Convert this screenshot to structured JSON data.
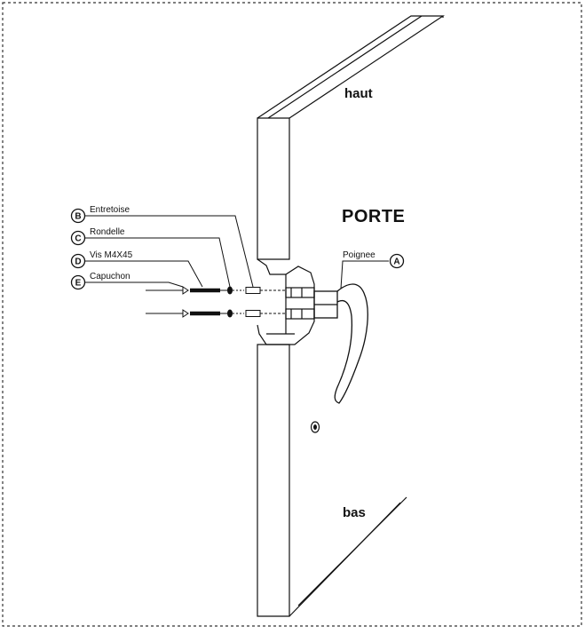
{
  "labels": {
    "top": "haut",
    "bottom": "bas",
    "door": "PORTE",
    "part_a": "Poignee",
    "part_b": "Entretoise",
    "part_c": "Rondelle",
    "part_d": "Vis M4X45",
    "part_e": "Capuchon"
  },
  "callouts": {
    "a": "A",
    "b": "B",
    "c": "C",
    "d": "D",
    "e": "E"
  },
  "colors": {
    "line": "#111111",
    "border": "#333333",
    "background": "#ffffff"
  }
}
